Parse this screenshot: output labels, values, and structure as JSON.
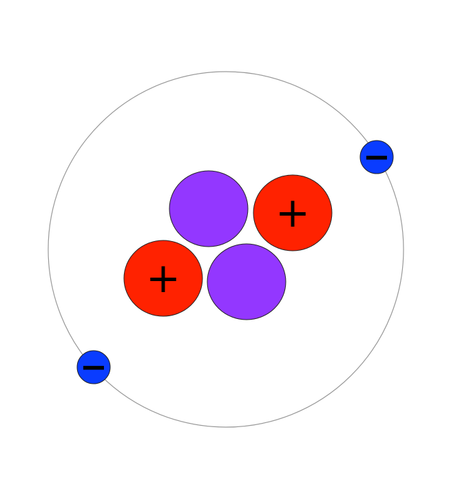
{
  "diagram": {
    "colors": {
      "background": "#ffffff",
      "orbit": "#999999",
      "neutron": "#9337ff",
      "proton": "#ff2200",
      "electron": "#0a3cff",
      "outline": "#222222",
      "sign": "#000000"
    },
    "particles": [
      {
        "kind": "neutron",
        "sign": ""
      },
      {
        "kind": "proton",
        "sign": "+"
      },
      {
        "kind": "proton",
        "sign": "+"
      },
      {
        "kind": "neutron",
        "sign": ""
      },
      {
        "kind": "electron",
        "sign": "−"
      },
      {
        "kind": "electron",
        "sign": "−"
      }
    ]
  }
}
